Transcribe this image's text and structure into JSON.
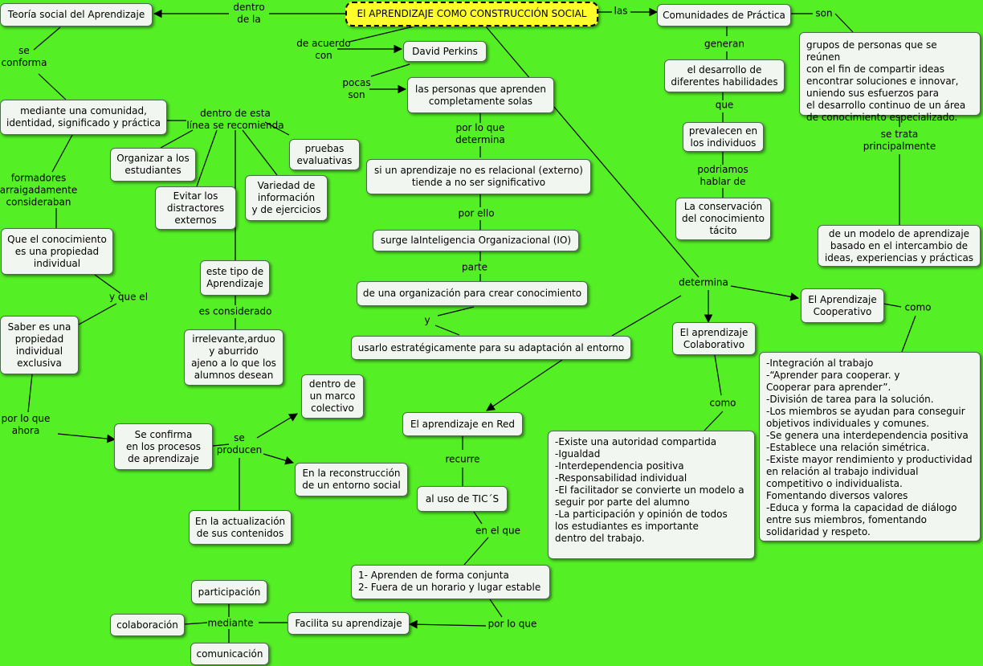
{
  "nodes": {
    "main": "El APRENDIZAJE COMO CONSTRUCCIÓN SOCIAL",
    "teoria": "Teoría social del Aprendizaje",
    "comunidades": "Comunidades de Práctica",
    "david": "David Perkins",
    "personas": "las personas que aprenden\ncompletamente solas",
    "grupos": "grupos de personas que se reúnen\ncon el fin de compartir ideas\nencontrar soluciones e innovar,\nuniendo sus esfuerzos para\nel desarrollo continuo de un área\nde conocimiento especializado.",
    "desarrollo": "el desarrollo de\ndiferentes habilidades",
    "mediante": "mediante una comunidad,\nidentidad, significado y práctica",
    "prevalecen": "prevalecen en\nlos individuos",
    "pruebas": "pruebas\nevaluativas",
    "organizar": "Organizar a los\nestudiantes",
    "siaprendizaje": "si un aprendizaje no es relacional (externo)\ntiende a no ser significativo",
    "evitar": "Evitar los\ndistractores\nexternos",
    "variedad": "Variedad de\ninformación\ny de ejercicios",
    "conservacion": "La conservación\ndel conocimiento\ntácito",
    "modelo": "de un modelo de aprendizaje\nbasado en el intercambio de\nideas, experiencias y prácticas",
    "queconocimiento": "Que el conocimiento\nes una propiedad\nindividual",
    "surge": "surge laInteligencia Organizacional (IO)",
    "estetipo": "este tipo de\nAprendizaje",
    "organizacion": "de una organización para crear conocimiento",
    "cooperativo": "El Aprendizaje\nCooperativo",
    "saber": "Saber es una\npropiedad\nindividual\nexclusiva",
    "colaborativo": "El aprendizaje\nColaborativo",
    "irrelevante": "irrelevante,arduo\ny aburrido\najeno a lo que los\nalumnos desean",
    "usarlo": "usarlo estratégicamente para su adaptación al entorno",
    "coopitems": "-Integración al trabajo\n-“Aprender para cooperar. y\nCooperar para aprender”.\n-División de tarea para la solución.\n-Los miembros se ayudan para conseguir\nobjetivos individuales y comunes.\n-Se genera una interdependencia positiva\n-Establece una relación simétrica.\n-Existe mayor rendimiento y productividad\nen relación al trabajo individual\ncompetitivo o individualista.\nFomentando diversos valores\n-Educa y forma la capacidad de diálogo\nentre sus miembros, fomentando\nsolidaridad y respeto.",
    "marco": "dentro de\nun marco\ncolectivo",
    "red": "El aprendizaje en Red",
    "confirma": "Se confirma\nen los procesos\nde aprendizaje",
    "colabitems": "-Existe una autoridad compartida\n-Igualdad\n-Interdependencia positiva\n-Responsabilidad individual\n-El facilitador se convierte  un modelo a\nseguir por parte del alumno\n-La participación y opinión de todos\nlos estudiantes es importante\ndentro del trabajo.",
    "reconstruccion": "En la reconstrucción\nde un entorno social",
    "tics": "al uso de TIC´S",
    "actualizacion": "En la actualización\nde sus contenidos",
    "aprenden": "1- Aprenden de forma conjunta\n2- Fuera de un horario y lugar estable",
    "participacion": "participación",
    "colaboracion": "colaboración",
    "facilita": "Facilita su aprendizaje",
    "comunicacion": "comunicación"
  },
  "labels": {
    "dentrode": "dentro\nde la",
    "las": "las",
    "son": "son",
    "deacuerdo": "de acuerdo\ncon",
    "generan": "generan",
    "se_conforma": "se\nconforma",
    "pocas": "pocas\nson",
    "que": "que",
    "dentroesta": "dentro de esta\nlínea se recomienda",
    "porloque_det": "por lo que\ndetermina",
    "setrata": "se trata\nprincipalmente",
    "podriamos": "podriamos\nhablar de",
    "formadores": "formadores\narraigadamente\nconsideraban",
    "porello": "por ello",
    "parte": "parte",
    "determina": "determina",
    "yquel": "y que el",
    "como1": "como",
    "esconsiderado": "es considerado",
    "y": "y",
    "como2": "como",
    "porqueahora": "por lo que\nahora",
    "seproducen": "se\nproducen",
    "recurre": "recurre",
    "enelque": "en el que",
    "mediante2": "mediante",
    "porloque2": "por lo que"
  }
}
